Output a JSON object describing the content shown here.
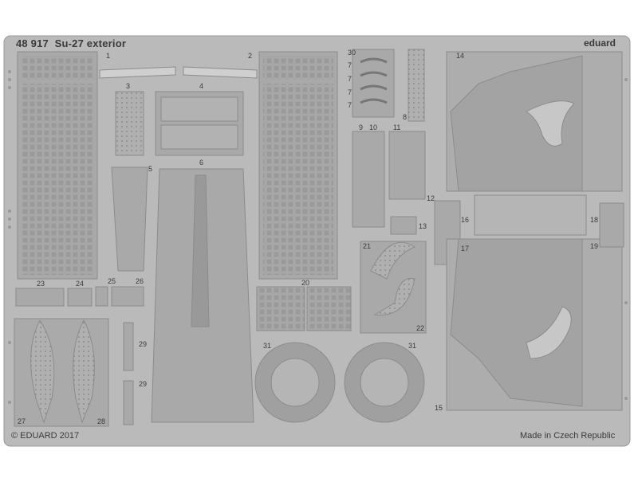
{
  "fret": {
    "code": "48 917",
    "name": "Su-27 exterior",
    "brand_logo": "eduard",
    "copyright": "© EDUARD 2017",
    "origin": "Made in Czech Republic"
  },
  "part_numbers": [
    "1",
    "2",
    "3",
    "4",
    "5",
    "6",
    "7",
    "7",
    "7",
    "7",
    "8",
    "9",
    "10",
    "11",
    "12",
    "13",
    "14",
    "15",
    "16",
    "17",
    "18",
    "19",
    "20",
    "21",
    "22",
    "23",
    "24",
    "25",
    "26",
    "27",
    "28",
    "29",
    "29",
    "30",
    "31",
    "31"
  ],
  "colors": {
    "fret": "#b8b8b8",
    "part": "#a9a9a9",
    "edge": "#8c8c8c",
    "text": "#3a3a3a"
  }
}
